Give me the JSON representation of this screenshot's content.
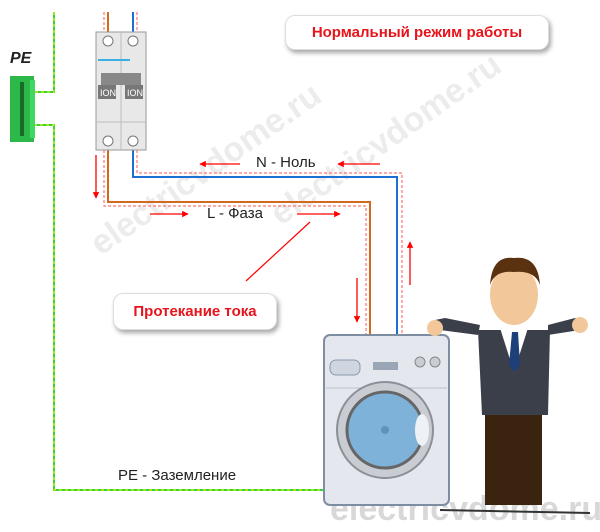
{
  "title_callout": "Нормальный режим работы",
  "current_callout": "Протекание тока",
  "labels": {
    "neutral": "N - Ноль",
    "phase": "L - Фаза",
    "ground": "PE - Заземление",
    "pe_bus": "PE"
  },
  "breaker": {
    "left_switch": "ION",
    "right_switch": "ION"
  },
  "watermark": "electricvdome.ru",
  "colors": {
    "phase": "#d2691e",
    "neutral": "#1e6fd2",
    "ground": "#3ad13a",
    "current": "#ff2020"
  }
}
